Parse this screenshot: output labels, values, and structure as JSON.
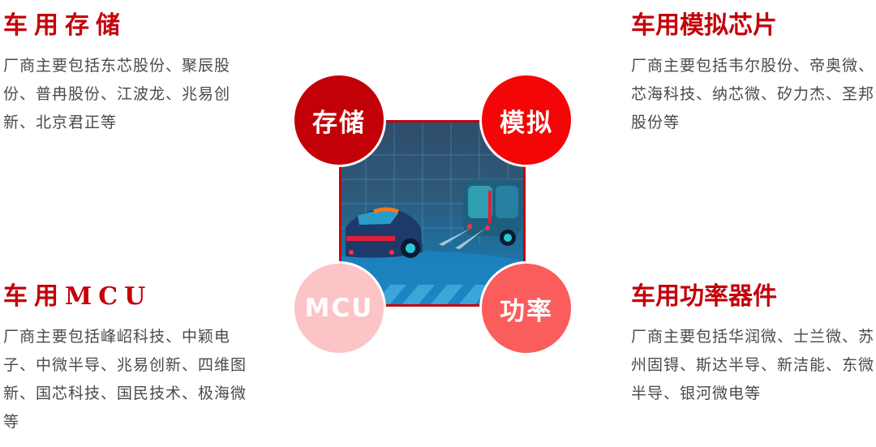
{
  "sections": {
    "storage": {
      "title": "车用存储",
      "description": "厂商主要包括东芯股份、聚辰股份、普冉股份、江波龙、兆易创新、北京君正等"
    },
    "analog": {
      "title": "车用模拟芯片",
      "description": "厂商主要包括韦尔股份、帝奥微、芯海科技、纳芯微、矽力杰、圣邦股份等"
    },
    "mcu": {
      "title": "车用MCU",
      "description": "厂商主要包括峰岹科技、中颖电子、中微半导、兆易创新、四维图新、国芯科技、国民技术、极海微等"
    },
    "power": {
      "title": "车用功率器件",
      "description": "厂商主要包括华润微、士兰微、苏州固锝、斯达半导、新洁能、东微半导、银河微电等"
    }
  },
  "center": {
    "image_alt": "autonomous-vehicles-illustration",
    "circles": {
      "top_left": {
        "label": "存储",
        "color": "#c20008"
      },
      "top_right": {
        "label": "模拟",
        "color": "#f50606"
      },
      "bottom_left": {
        "label": "MCU",
        "color": "#fcc4c6"
      },
      "bottom_right": {
        "label": "功率",
        "color": "#fb5c5c"
      }
    },
    "frame_color": "#c4000a"
  }
}
